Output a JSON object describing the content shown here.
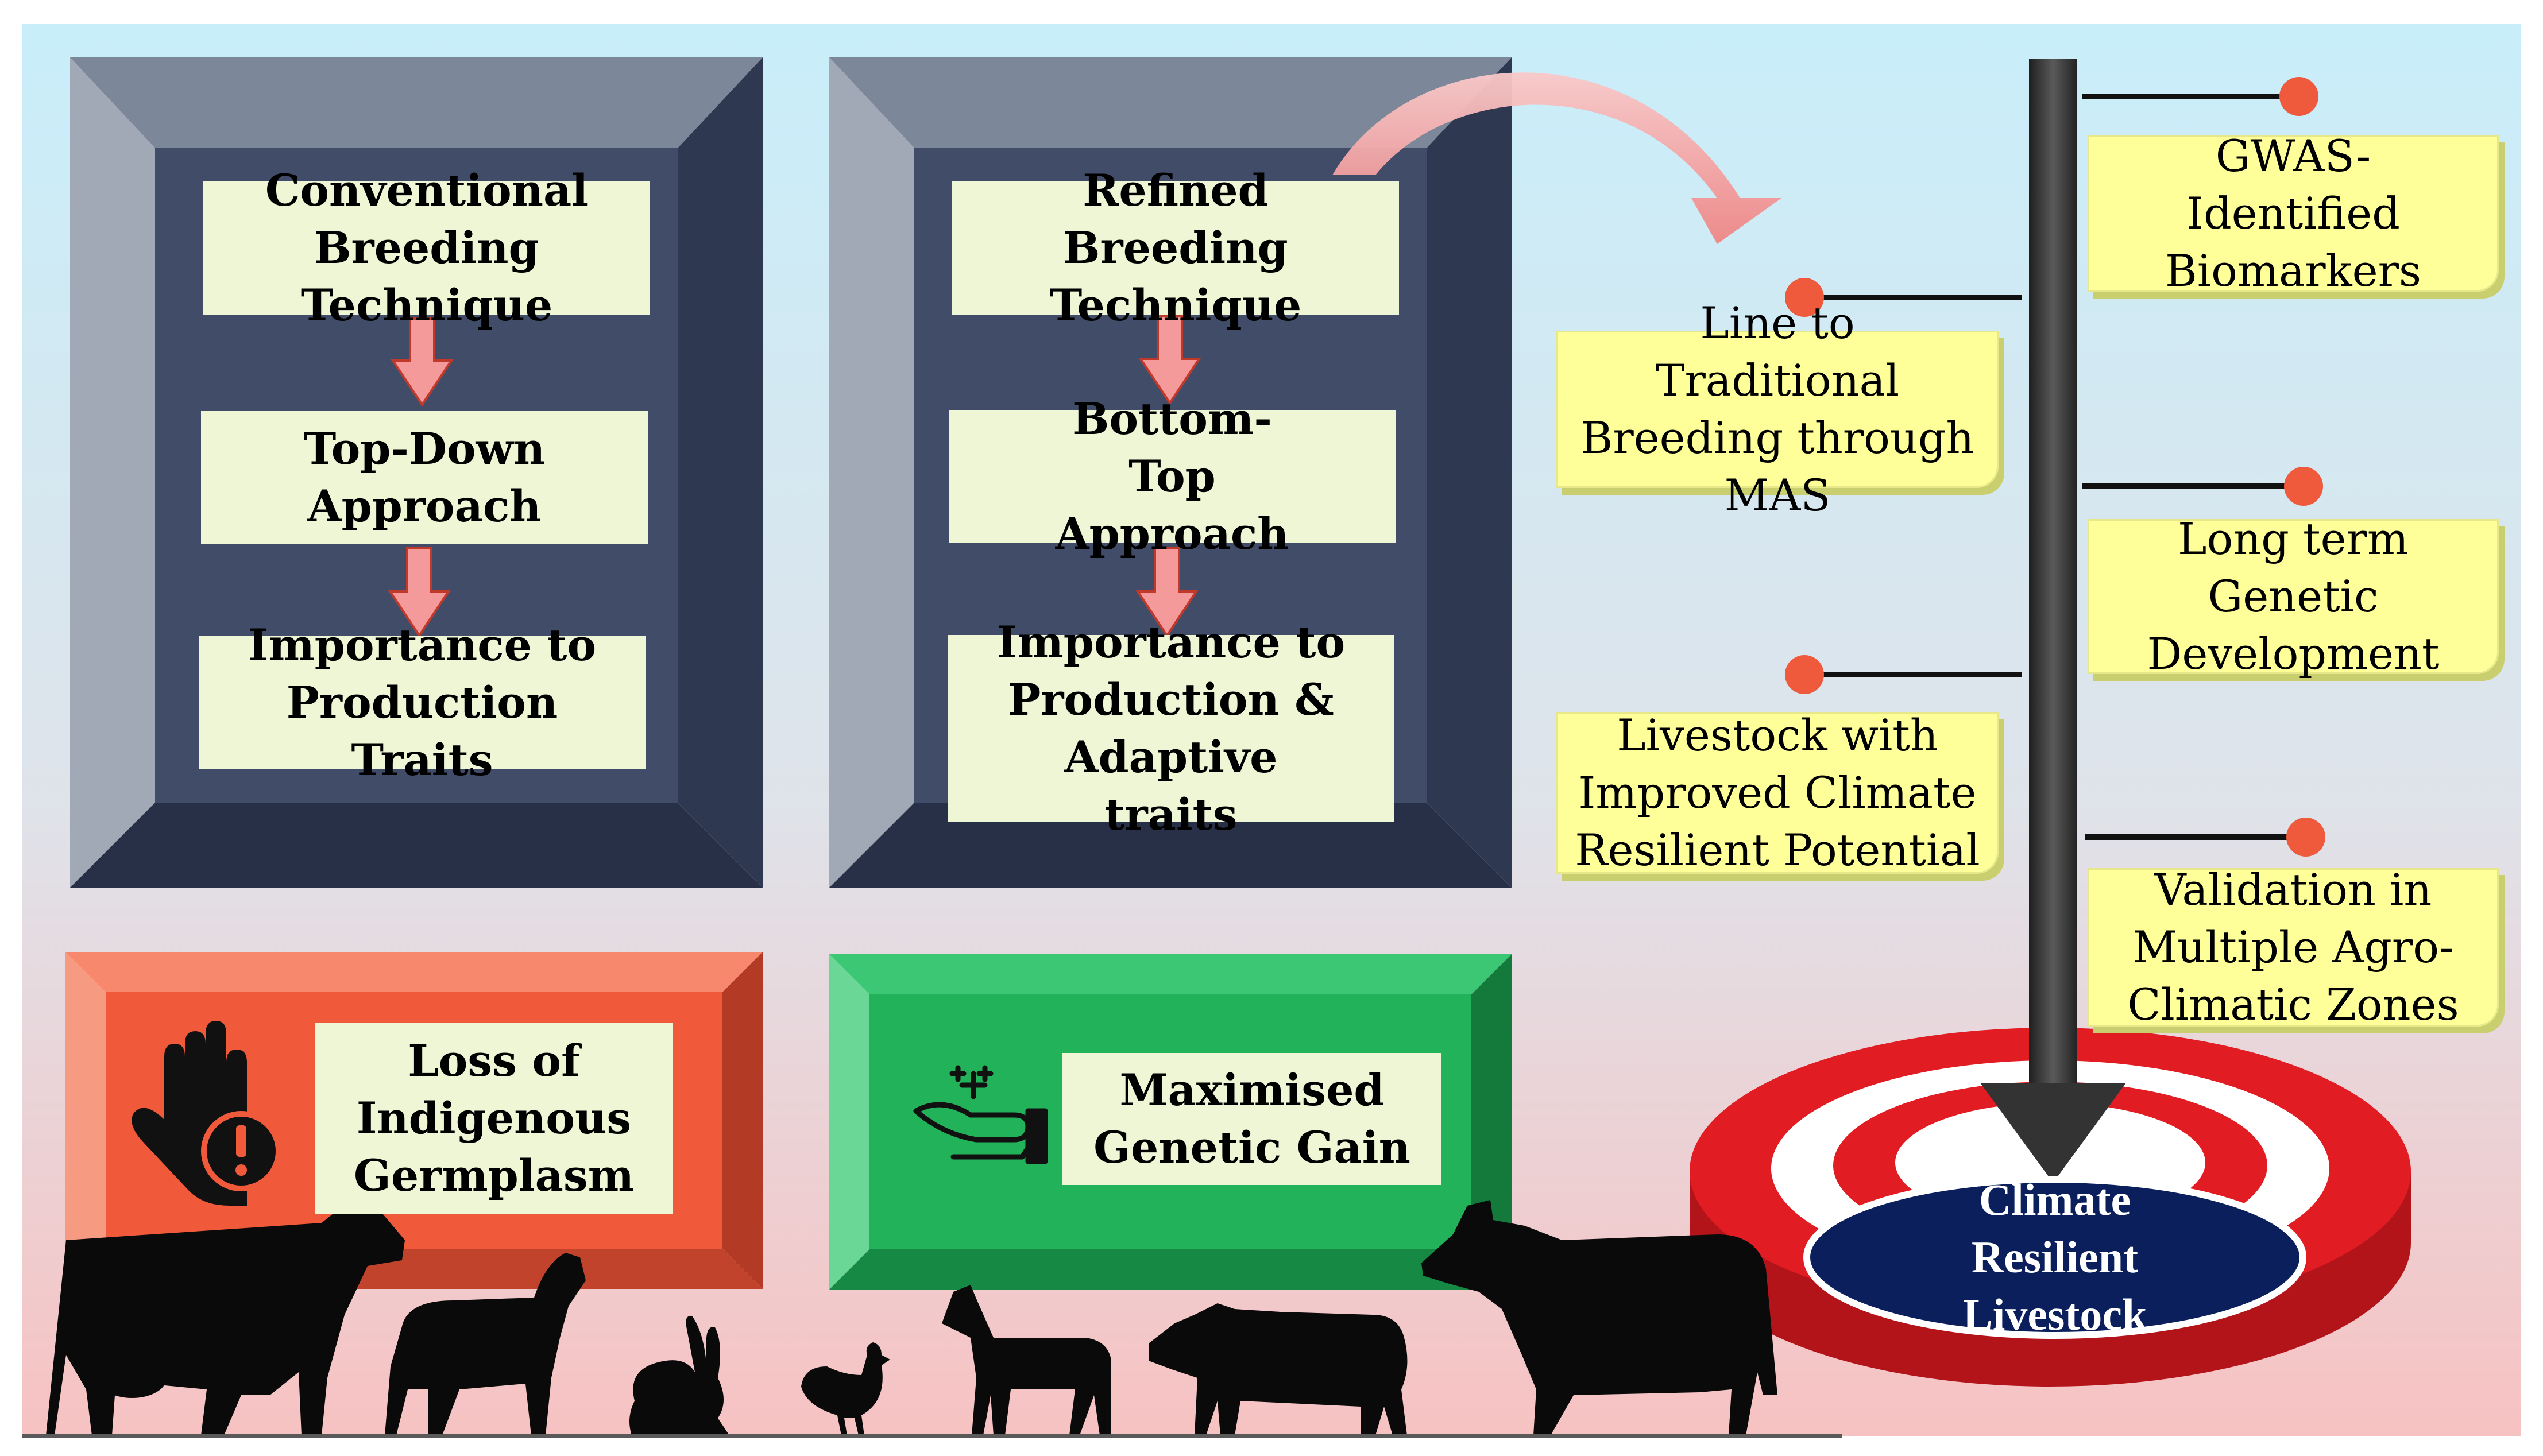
{
  "conventional": {
    "title": "Conventional Breeding Technique",
    "approach": "Top-Down Approach",
    "focus": "Importance to Production Traits"
  },
  "refined": {
    "title": "Refined Breeding Technique",
    "approach": "Bottom-Top Approach",
    "focus": "Importance to Production & Adaptive traits"
  },
  "outcomes": {
    "loss": "Loss of Indigenous Germplasm",
    "gain": "Maximised Genetic Gain"
  },
  "timeline": {
    "left": [
      "Line to Traditional Breeding through MAS",
      "Livestock with Improved Climate Resilient Potential"
    ],
    "right": [
      "GWAS-Identified Biomarkers",
      "Long term Genetic Development",
      "Validation in Multiple Agro-Climatic Zones"
    ]
  },
  "goal": "Climate Resilient Livestock",
  "icons": {
    "loss": "stop-hand-warning-icon",
    "gain": "hand-sparkles-icon",
    "animals": [
      "cow-icon",
      "lamb-icon",
      "rabbit-icon",
      "hen-icon",
      "goat-icon",
      "pig-icon",
      "bull-icon"
    ]
  },
  "colors": {
    "panel": "#414d68",
    "loss": "#f05a3a",
    "gain": "#22b25a",
    "highlight": "#ffff99",
    "goal": "#0b1f5c",
    "target": "#e21c23",
    "dot": "#ef5a3d"
  }
}
